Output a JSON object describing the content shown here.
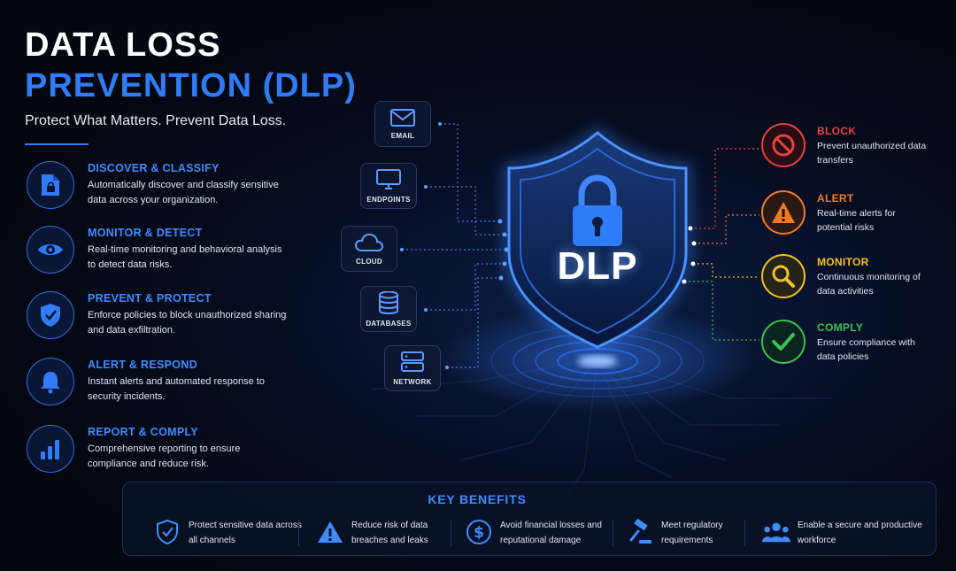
{
  "header": {
    "title_line1": "DATA LOSS",
    "title_line2": "PREVENTION (DLP)",
    "subtitle": "Protect What Matters. Prevent Data Loss."
  },
  "features": [
    {
      "icon": "lock-document-icon",
      "title": "DISCOVER & CLASSIFY",
      "desc": "Automatically discover and classify sensitive data across your organization."
    },
    {
      "icon": "eye-icon",
      "title": "MONITOR & DETECT",
      "desc": "Real-time monitoring and behavioral analysis to detect data risks."
    },
    {
      "icon": "shield-check-icon",
      "title": "PREVENT & PROTECT",
      "desc": "Enforce policies to block unauthorized sharing and data exfiltration."
    },
    {
      "icon": "bell-icon",
      "title": "ALERT & RESPOND",
      "desc": "Instant alerts and automated response to security incidents."
    },
    {
      "icon": "bar-chart-icon",
      "title": "REPORT & COMPLY",
      "desc": "Comprehensive reporting to ensure compliance and reduce risk."
    }
  ],
  "sources": [
    {
      "icon": "envelope-icon",
      "label": "EMAIL"
    },
    {
      "icon": "monitor-icon",
      "label": "ENDPOINTS"
    },
    {
      "icon": "cloud-icon",
      "label": "CLOUD"
    },
    {
      "icon": "database-icon",
      "label": "DATABASES"
    },
    {
      "icon": "server-icon",
      "label": "NETWORK"
    }
  ],
  "center": {
    "label": "DLP",
    "icon": "padlock-icon"
  },
  "actions": [
    {
      "icon": "block-icon",
      "title": "BLOCK",
      "desc": "Prevent unauthorized data transfers",
      "color": "#e8413a"
    },
    {
      "icon": "warning-icon",
      "title": "ALERT",
      "desc": "Real-time alerts for potential risks",
      "color": "#f07a23"
    },
    {
      "icon": "magnifier-icon",
      "title": "MONITOR",
      "desc": "Continuous monitoring of data activities",
      "color": "#f2c02a"
    },
    {
      "icon": "checkmark-icon",
      "title": "COMPLY",
      "desc": "Ensure compliance with data policies",
      "color": "#3fbf4f"
    }
  ],
  "benefits": {
    "title": "KEY BENEFITS",
    "items": [
      {
        "icon": "shield-check-icon",
        "text": "Protect sensitive data across all channels"
      },
      {
        "icon": "warning-icon",
        "text": "Reduce risk of data breaches and leaks"
      },
      {
        "icon": "dollar-icon",
        "text": "Avoid financial losses and reputational damage"
      },
      {
        "icon": "gavel-icon",
        "text": "Meet regulatory requirements"
      },
      {
        "icon": "people-icon",
        "text": "Enable a secure and productive workforce"
      }
    ]
  },
  "colors": {
    "accent": "#2f7cf6",
    "background": "#050b1c"
  }
}
